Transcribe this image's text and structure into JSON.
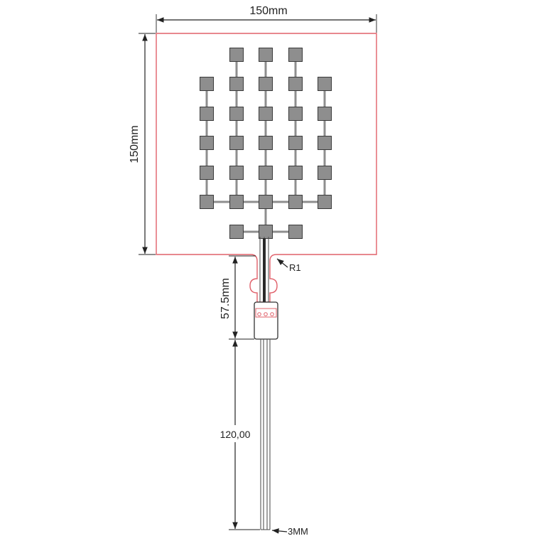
{
  "diagram": {
    "dimensions": {
      "width_label": "150mm",
      "height_label": "150mm",
      "tail_label": "57.5mm",
      "lead_label": "120,00",
      "lead_width_label": "3MM",
      "radius_label": "R1"
    },
    "colors": {
      "outline": "#e0606a",
      "pad_fill": "#8e8e8e",
      "pad_stroke": "#3a3a3a",
      "lines": "#222222"
    }
  }
}
